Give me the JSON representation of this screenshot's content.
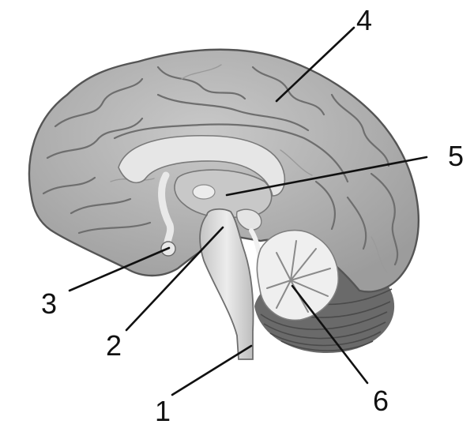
{
  "diagram": {
    "labels": [
      {
        "id": "1",
        "text": "1"
      },
      {
        "id": "2",
        "text": "2"
      },
      {
        "id": "3",
        "text": "3"
      },
      {
        "id": "4",
        "text": "4"
      },
      {
        "id": "5",
        "text": "5"
      },
      {
        "id": "6",
        "text": "6"
      }
    ],
    "colors": {
      "cortex": "#b4b4b4",
      "cortex_shadow": "#8c8c8c",
      "white_matter": "#e6e6e6",
      "brainstem": "#dcdcdc",
      "cerebellum": "#6a6a6a",
      "arbor_vitae": "#efefef",
      "label_text": "#111111"
    }
  }
}
